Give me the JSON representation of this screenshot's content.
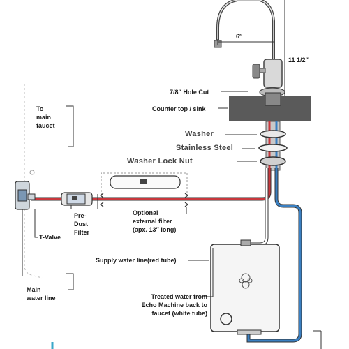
{
  "labels": {
    "to_main_faucet": "To\nmain\nfaucet",
    "six_inch": "6″",
    "eleven_half": "11 1/2″",
    "hole_cut": "7/8″ Hole Cut",
    "counter_top": "Counter top / sink",
    "washer": "Washer",
    "stainless_steel": "Stainless Steel",
    "washer_lock_nut": "Washer Lock Nut",
    "pre_dust_filter": "Pre-\nDust\nFilter",
    "optional_filter": "Optional\nexternal filter\n(apx. 13″ long)",
    "t_valve": "T-Valve",
    "supply_line": "Supply water line(red tube)",
    "main_water_line": "Main\nwater line",
    "treated_water": "Treated water from\nEcho Machine back to\nfaucet (white tube)"
  },
  "colors": {
    "supply_tube": "#c8373c",
    "treated_tube": "#ffffff",
    "drain_tube": "#3a7fc1",
    "counter": "#5a5a5a",
    "outline": "#333333"
  }
}
